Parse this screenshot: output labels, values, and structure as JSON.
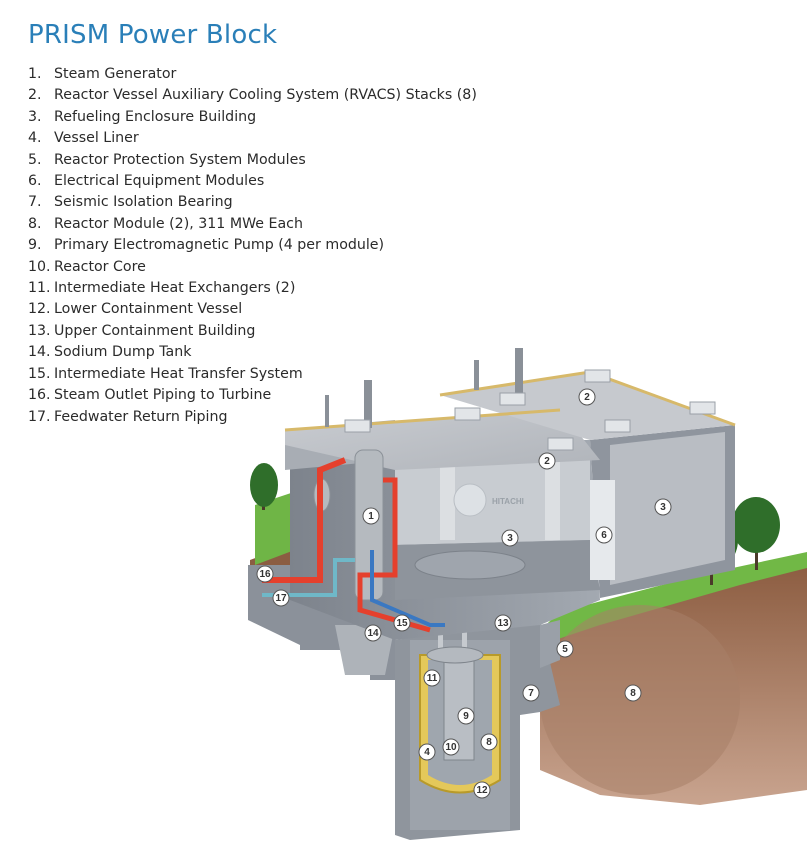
{
  "title": "PRISM Power Block",
  "legend": [
    {
      "num": "1.",
      "label": "Steam Generator"
    },
    {
      "num": "2.",
      "label": "Reactor Vessel Auxiliary Cooling System (RVACS) Stacks (8)"
    },
    {
      "num": "3.",
      "label": "Refueling Enclosure Building"
    },
    {
      "num": "4.",
      "label": "Vessel Liner"
    },
    {
      "num": "5.",
      "label": "Reactor Protection System Modules"
    },
    {
      "num": "6.",
      "label": "Electrical Equipment Modules"
    },
    {
      "num": "7.",
      "label": "Seismic Isolation Bearing"
    },
    {
      "num": "8.",
      "label": "Reactor Module (2), 311 MWe Each"
    },
    {
      "num": "9.",
      "label": "Primary Electromagnetic Pump (4 per module)"
    },
    {
      "num": "10.",
      "label": "Reactor Core"
    },
    {
      "num": "11.",
      "label": "Intermediate Heat Exchangers (2)"
    },
    {
      "num": "12.",
      "label": "Lower Containment Vessel"
    },
    {
      "num": "13.",
      "label": "Upper Containment Building"
    },
    {
      "num": "14.",
      "label": "Sodium Dump Tank"
    },
    {
      "num": "15.",
      "label": "Intermediate Heat Transfer System"
    },
    {
      "num": "16.",
      "label": "Steam Outlet Piping to Turbine"
    },
    {
      "num": "17.",
      "label": "Feedwater Return Piping"
    }
  ],
  "callouts": [
    "1",
    "2",
    "2",
    "3",
    "3",
    "4",
    "5",
    "6",
    "7",
    "8",
    "8",
    "9",
    "10",
    "11",
    "12",
    "13",
    "14",
    "15",
    "16",
    "17"
  ],
  "wall_logo": "HITACHI"
}
